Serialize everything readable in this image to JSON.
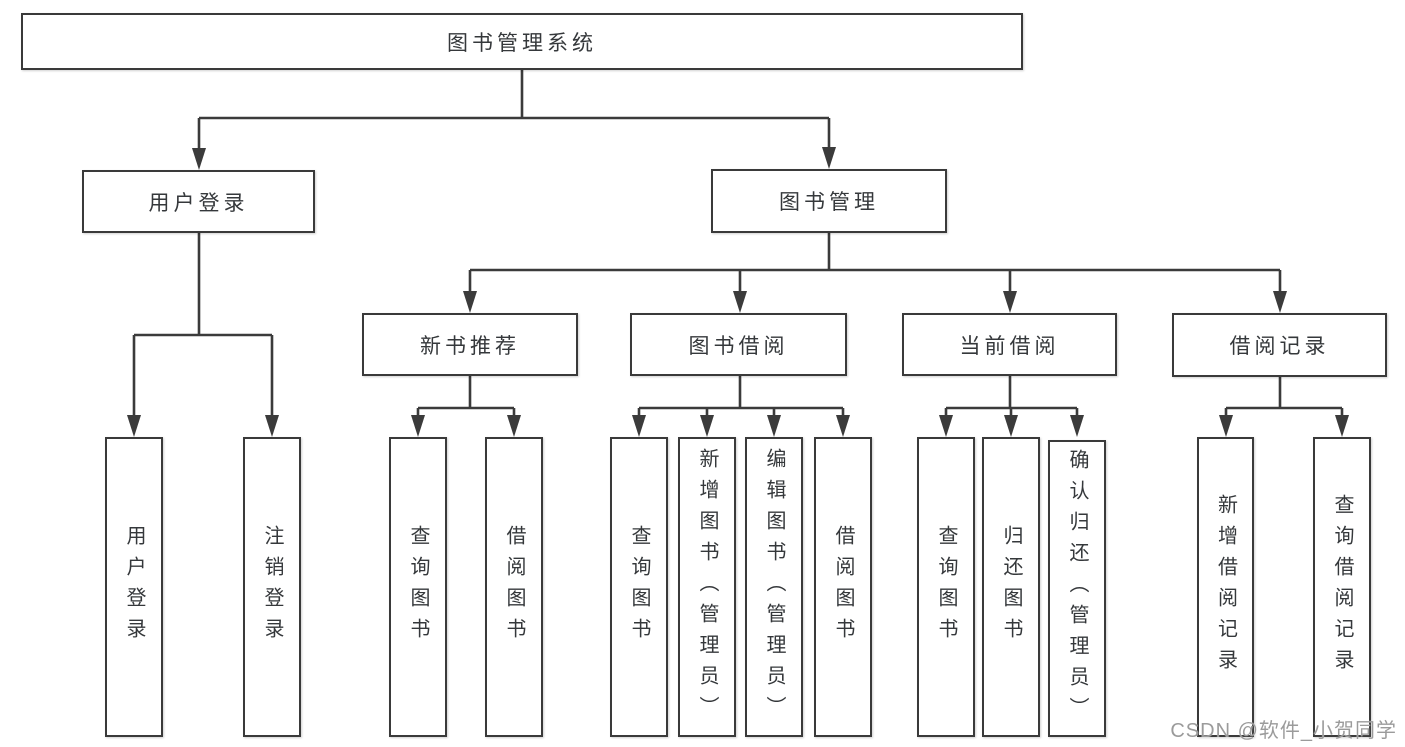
{
  "tree": {
    "root": "图书管理系统",
    "branches": [
      {
        "label": "用户登录",
        "children": [
          "用户登录",
          "注销登录"
        ]
      },
      {
        "label": "图书管理",
        "groups": [
          {
            "label": "新书推荐",
            "children": [
              "查询图书",
              "借阅图书"
            ]
          },
          {
            "label": "图书借阅",
            "children": [
              "查询图书",
              "新增图书（管理员）",
              "编辑图书（管理员）",
              "借阅图书"
            ]
          },
          {
            "label": "当前借阅",
            "children": [
              "查询图书",
              "归还图书",
              "确认归还（管理员）"
            ]
          },
          {
            "label": "借阅记录",
            "children": [
              "新增借阅记录",
              "查询借阅记录"
            ]
          }
        ]
      }
    ]
  },
  "watermark": {
    "text": "CSDN @软件_小贺同学"
  },
  "colors": {
    "line": "#3b3b3b",
    "box_border": "#3a3a3a",
    "text": "#35383b",
    "watermark": "#9b9b9b",
    "background": "#ffffff"
  }
}
